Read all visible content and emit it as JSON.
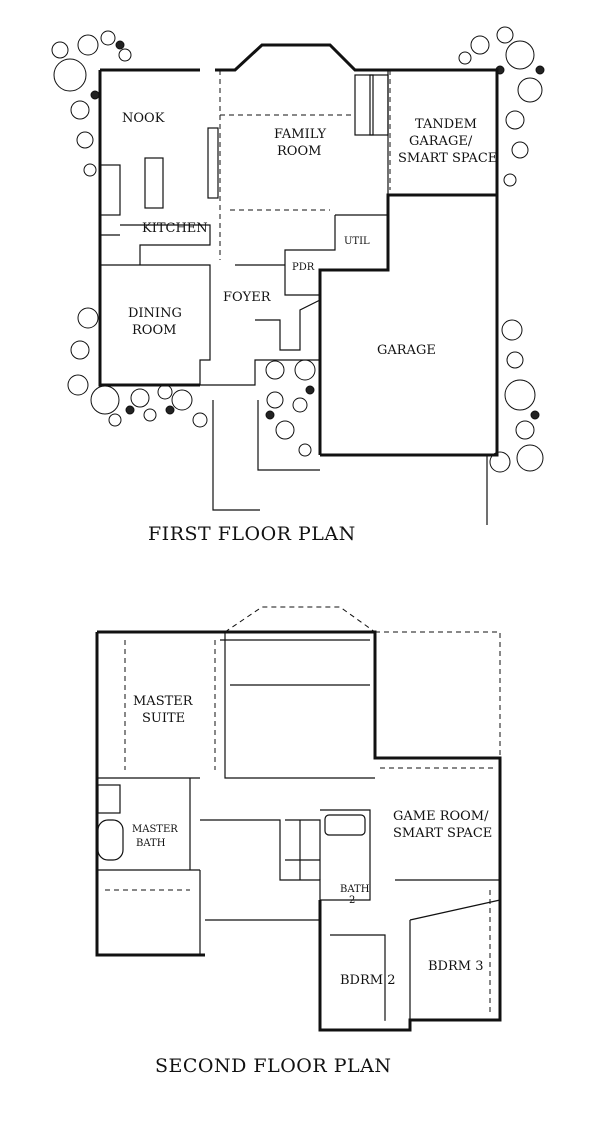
{
  "first_floor": {
    "title": "FIRST FLOOR PLAN",
    "rooms": {
      "nook": "NOOK",
      "family_room_1": "FAMILY",
      "family_room_2": "ROOM",
      "tandem_1": "TANDEM",
      "tandem_2": "GARAGE/",
      "tandem_3": "SMART SPACE",
      "kitchen": "KITCHEN",
      "util": "UTIL",
      "pdr": "PDR",
      "dining_1": "DINING",
      "dining_2": "ROOM",
      "foyer": "FOYER",
      "garage": "GARAGE"
    }
  },
  "second_floor": {
    "title": "SECOND FLOOR PLAN",
    "rooms": {
      "master_1": "MASTER",
      "master_2": "SUITE",
      "master_bath_1": "MASTER",
      "master_bath_2": "BATH",
      "game_1": "GAME ROOM/",
      "game_2": "SMART SPACE",
      "bath2_1": "BATH",
      "bath2_2": "2",
      "bdrm2": "BDRM 2",
      "bdrm3": "BDRM 3"
    }
  }
}
